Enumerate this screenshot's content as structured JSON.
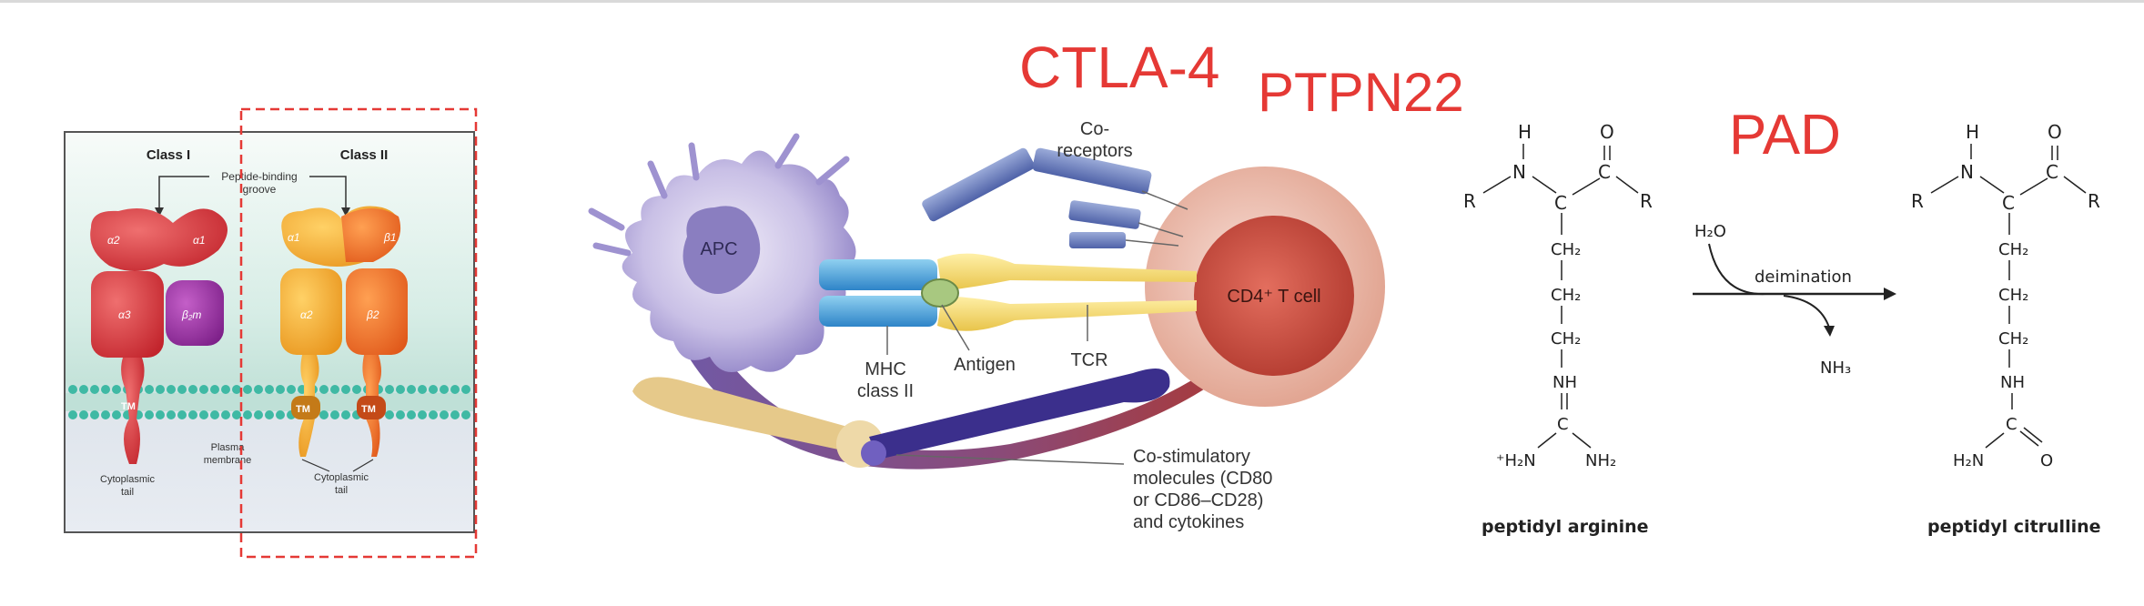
{
  "labels": {
    "ctla4": "CTLA-4",
    "ptpn22": "PTPN22",
    "pad": "PAD"
  },
  "mhc_panel": {
    "class1": "Class I",
    "class2": "Class II",
    "groove_line1": "Peptide-binding",
    "groove_line2": "groove",
    "a1_left": "α1",
    "a2_left": "α2",
    "a3": "α3",
    "b2m": "β₂m",
    "a1_right": "α1",
    "b1": "β1",
    "a2_right": "α2",
    "b2": "β2",
    "tm": "TM",
    "cyto_left_1": "Cytoplasmic",
    "cyto_left_2": "tail",
    "plasma_1": "Plasma",
    "plasma_2": "membrane",
    "cyto_right_1": "Cytoplasmic",
    "cyto_right_2": "tail"
  },
  "synapse": {
    "apc": "APC",
    "tcell": "CD4⁺ T cell",
    "coreceptors_1": "Co-",
    "coreceptors_2": "receptors",
    "mhc_1": "MHC",
    "mhc_2": "class II",
    "antigen": "Antigen",
    "tcr": "TCR",
    "costim_1": "Co-stimulatory",
    "costim_2": "molecules (CD80",
    "costim_3": "or CD86–CD28)",
    "costim_4": "and cytokines"
  },
  "chemistry": {
    "H": "H",
    "N": "N",
    "R": "R",
    "C": "C",
    "O": "O",
    "CH2": "CH₂",
    "NH": "NH",
    "H2N_plus": "⁺H₂N",
    "NH2": "NH₂",
    "H2N": "H₂N",
    "H2O": "H₂O",
    "NH3": "NH₃",
    "deimination": "deimination",
    "arginine_caption": "peptidyl arginine",
    "citrulline_caption": "peptidyl citrulline"
  }
}
